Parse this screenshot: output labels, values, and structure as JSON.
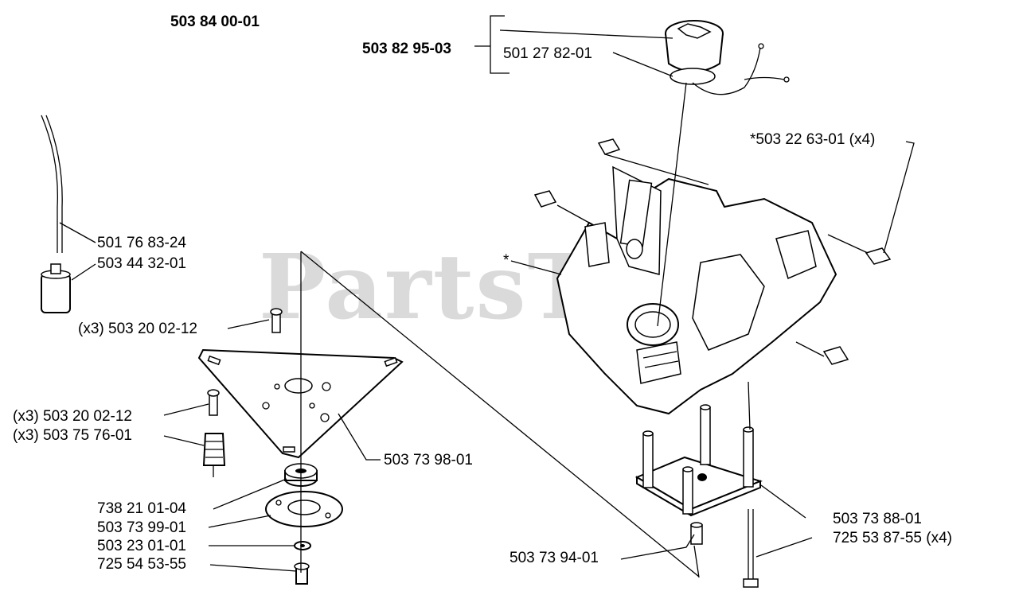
{
  "watermark": "PartsTree",
  "labels": {
    "assembly_main": "503 84 00-01",
    "cap_assembly": "503 82 95-03",
    "cap_seal": "501 27 82-01",
    "nuts_x4": "*503 22 63-01 (x4)",
    "fuel_hose": "501 76 83-24",
    "fuel_filter": "503 44 32-01",
    "screw_x3_top": "(x3) 503 20 02-12",
    "screw_x3_mid": "(x3) 503 20 02-12",
    "spring_x3": "(x3) 503 75 76-01",
    "plate": "503 73 98-01",
    "damper": "738 21 01-04",
    "cup": "503 73 99-01",
    "washer": "503 23 01-01",
    "bolt": "725 54 53-55",
    "block": "503 73 88-01",
    "screw_x4": "725 53 87-55 (x4)",
    "sleeve": "503 73 94-01",
    "tank_marker": "*"
  }
}
